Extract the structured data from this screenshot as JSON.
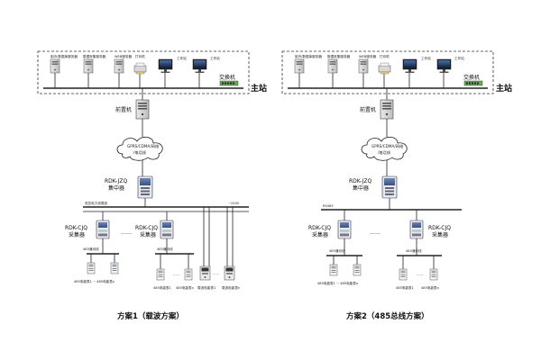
{
  "scheme1": {
    "station_label": "主站",
    "servers": [
      {
        "label": "制冷/数据库服务器"
      },
      {
        "label": "数据采集服务器"
      },
      {
        "label": "WEB服务器"
      },
      {
        "label": "打印机"
      }
    ],
    "workstations": [
      {
        "label": "工作站"
      },
      {
        "label": "工作站"
      }
    ],
    "switch_label": "交换机",
    "frontend_label": "前置机",
    "cloud_line1": "GPRS/CDMA/网络",
    "cloud_line2": "/电话线",
    "concentrator_line1": "RDK-JZQ",
    "concentrator_line2": "集中器",
    "carrier_label": "低压电力线载波",
    "voltage_label": "~220V",
    "collector_a_line1": "RDK-CJQ",
    "collector_a_line2": "采集器",
    "collector_b_line1": "RDK-CJQ",
    "collector_b_line2": "采集器",
    "rs485_label_a": "485通讯线",
    "rs485_label_b": "485通讯线",
    "meter_range_a": "485电能表1 ~ 485电能表n",
    "meter_range_b": "485电能表1",
    "meter_range_b2": "485电能表n",
    "carrier_meter_a": "载波电能表1",
    "carrier_meter_b": "载波电能表n",
    "ellipsis": "……",
    "caption": "方案1（载波方案）"
  },
  "scheme2": {
    "station_label": "主站",
    "servers": [
      {
        "label": "制冷/数据库服务器"
      },
      {
        "label": "数据采集服务器"
      },
      {
        "label": "WEB服务器"
      },
      {
        "label": "打印机"
      }
    ],
    "workstations": [
      {
        "label": "工作站"
      },
      {
        "label": "工作站"
      }
    ],
    "switch_label": "交换机",
    "frontend_label": "前置机",
    "cloud_line1": "GPRS/CDMA/网络",
    "cloud_line2": "/电话线",
    "concentrator_line1": "RDK-JZQ",
    "concentrator_line2": "集中器",
    "bus_label": "RS485",
    "collector_a_line1": "RDK-CJQ",
    "collector_a_line2": "采集器",
    "collector_b_line1": "RDK-CJQ",
    "collector_b_line2": "采集器",
    "rs485_label_a": "485通讯线",
    "rs485_label_b": "485通讯线",
    "meter_range_a": "485电能表1 ~ 485电能表n",
    "meter_range_b": "485电能表1",
    "meter_range_b2": "485电能表n",
    "ellipsis": "……",
    "caption": "方案2（485总线方案）"
  }
}
